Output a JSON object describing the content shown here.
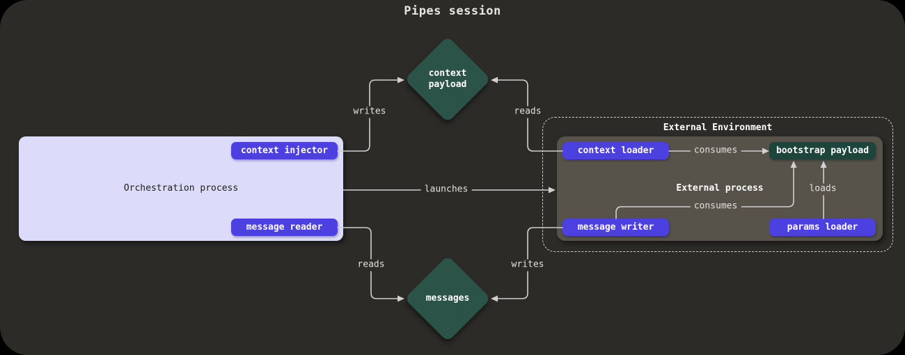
{
  "title": "Pipes session",
  "nodes": {
    "context_payload": "context\npayload",
    "messages": "messages",
    "orchestration": "Orchestration process",
    "context_injector": "context injector",
    "message_reader": "message reader",
    "external_environment": "External Environment",
    "external_process": "External process",
    "context_loader": "context loader",
    "bootstrap_payload": "bootstrap payload",
    "message_writer": "message writer",
    "params_loader": "params loader"
  },
  "edges": {
    "writes_top": "writes",
    "reads_top": "reads",
    "launches": "launches",
    "reads_bottom": "reads",
    "writes_bottom": "writes",
    "consumes_top": "consumes",
    "consumes_bottom": "consumes",
    "loads": "loads"
  },
  "colors": {
    "background": "#2d2b28",
    "diamond_green": "#2c5348",
    "bootstrap_green": "#1e453b",
    "orchestration_lavender": "#dcdbf9",
    "button_purple": "#4c40e0",
    "external_gray": "#57534b",
    "edge_line": "#d0d0d0"
  }
}
